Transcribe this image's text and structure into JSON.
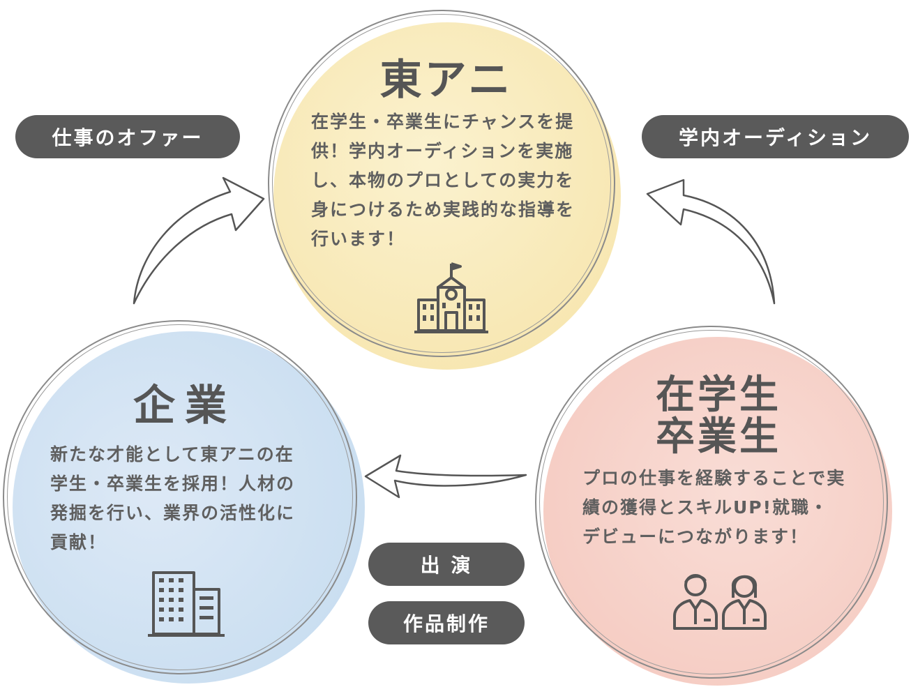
{
  "top": {
    "title": "東アニ",
    "description": "在学生・卒業生にチャンスを提供！学内オーディションを実施し、本物のプロとしての実力を身につけるため実践的な指導を行います！",
    "fill_color": "#f8eab7",
    "icon": "school-building-icon"
  },
  "left": {
    "title": "企業",
    "description": "新たな才能として東アニの在学生・卒業生を採用！人材の発掘を行い、業界の活性化に貢献！",
    "fill_color": "#cfe2f2",
    "icon": "office-building-icon"
  },
  "right": {
    "title_line1": "在学生",
    "title_line2": "卒業生",
    "description": "プロの仕事を経験することで実績の獲得とスキルUP!就職・デビューにつながります！",
    "fill_color": "#f6cfc6",
    "icon": "students-icon"
  },
  "labels": {
    "job_offer": "仕事のオファー",
    "audition": "学内オーディション",
    "appearance": "出 演",
    "production": "作品制作"
  },
  "colors": {
    "pill": "#5a5a5a",
    "text": "#555555"
  }
}
